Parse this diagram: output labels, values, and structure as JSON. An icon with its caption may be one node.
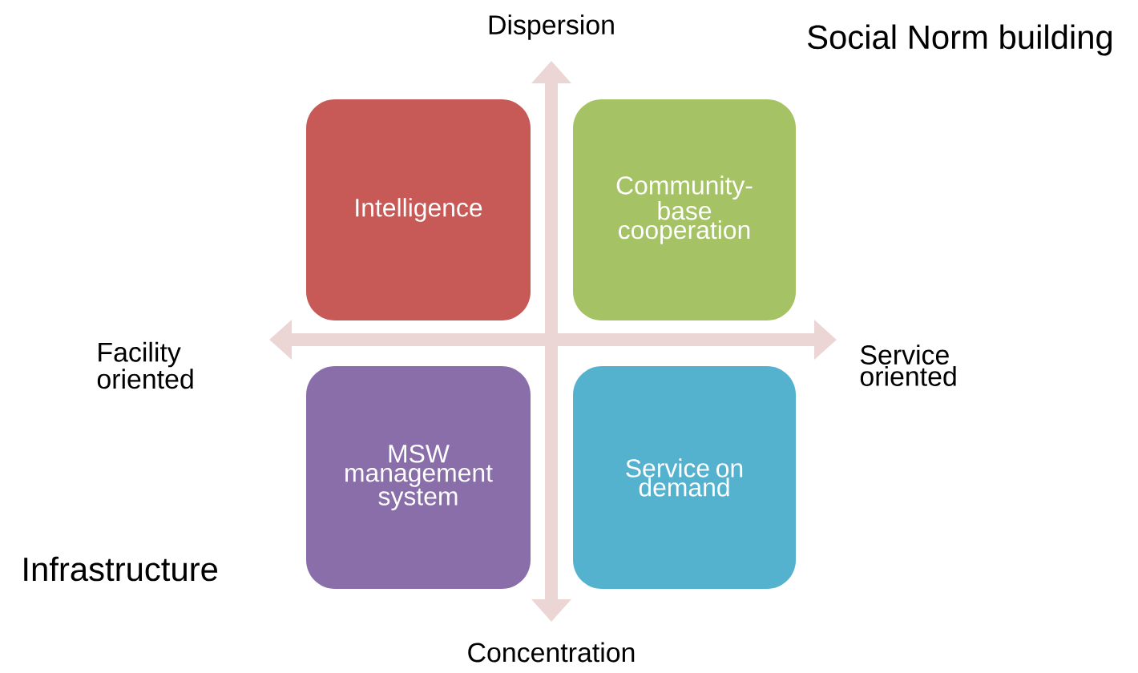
{
  "diagram": {
    "nodes": [
      {
        "text": [
          "Intelligence"
        ]
      },
      {
        "text": [
          "Community-base cooperation"
        ]
      },
      {
        "text": [
          "MSW management system"
        ]
      },
      {
        "text": [
          "Service on demand"
        ]
      }
    ],
    "labels": [
      "Dispersion",
      "Social Norm building",
      "Facility oriented",
      "Service oriented",
      "Infrastructure",
      "Concentration"
    ]
  }
}
